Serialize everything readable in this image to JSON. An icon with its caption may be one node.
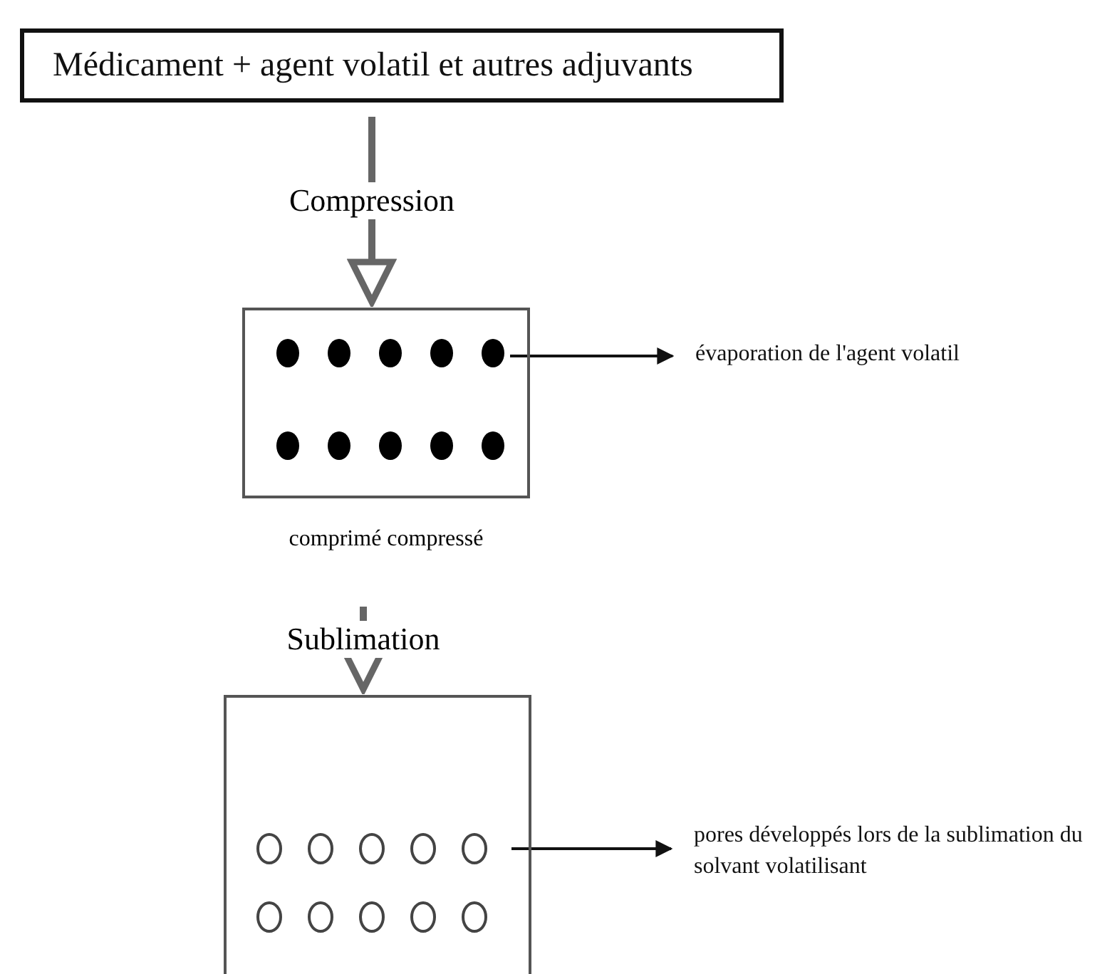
{
  "diagram": {
    "nodes": [
      {
        "text": [
          "Médicament + agent volatil et autres adjuvants"
        ]
      },
      {
        "text": [],
        "shape": "box",
        "beside": [
          "comprimé compressé"
        ]
      },
      {
        "text": [
          "évaporation de l'agent volatil"
        ]
      },
      {
        "text": [],
        "shape": "box"
      },
      {
        "text": [
          "pores développés lors de la sublimation du solvant volatilisant"
        ]
      }
    ],
    "edges": [
      {
        "from": 0,
        "to": 1,
        "arrow": "to",
        "label": "Compression",
        "style": "thick",
        "color": "#666666"
      },
      {
        "from": 1,
        "to": 2,
        "arrow": "to"
      },
      {
        "from": 1,
        "to": 3,
        "arrow": "to",
        "label": "Sublimation",
        "style": "thick",
        "color": "#666666"
      },
      {
        "from": 3,
        "to": 4,
        "arrow": "to"
      }
    ]
  }
}
